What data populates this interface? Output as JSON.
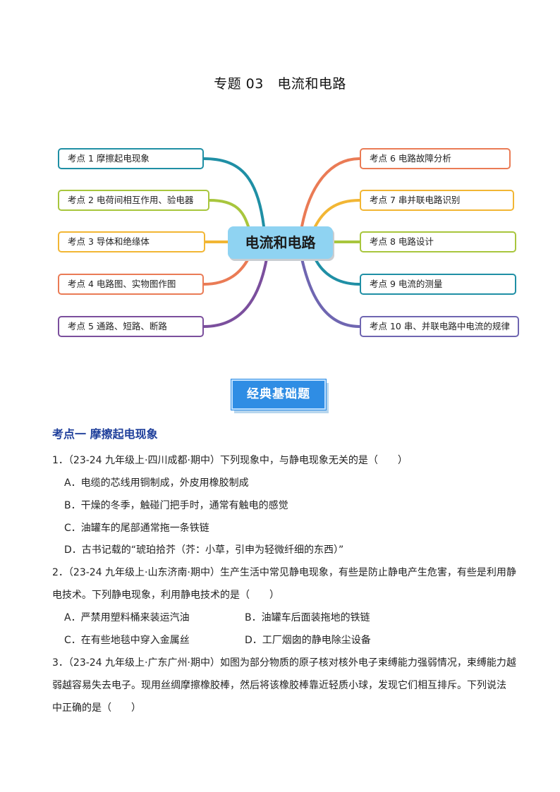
{
  "title": "专题 03　电流和电路",
  "mindmap": {
    "center": "电流和电路",
    "left": [
      {
        "label": "考点 1  摩擦起电现象",
        "color": "#1f8fa5"
      },
      {
        "label": "考点 2  电荷间相互作用、验电器",
        "color": "#a8c63d"
      },
      {
        "label": "考点 3  导体和绝缘体",
        "color": "#f2b634"
      },
      {
        "label": "考点 4  电路图、实物图作图",
        "color": "#ea7b55"
      },
      {
        "label": "考点 5  通路、短路、断路",
        "color": "#7b4f9d"
      }
    ],
    "right": [
      {
        "label": "考点 6  电路故障分析",
        "color": "#ea7b55"
      },
      {
        "label": "考点 7  串并联电路识别",
        "color": "#f2b634"
      },
      {
        "label": "考点 8  电路设计",
        "color": "#a8c63d"
      },
      {
        "label": "考点 9  电流的测量",
        "color": "#1f8fa5"
      },
      {
        "label": "考点 10  串、并联电路中电流的规律",
        "color": "#6f66b1"
      }
    ]
  },
  "badge": "经典基础题",
  "section_title": "考点一  摩擦起电现象",
  "questions": {
    "q1": {
      "stem": "1．（23-24 九年级上·四川成都·期中）下列现象中，与静电现象无关的是（　　）",
      "a": "A．电缆的芯线用铜制成，外皮用橡胶制成",
      "b": "B．干燥的冬季，触碰门把手时，通常有触电的感觉",
      "c": "C．油罐车的尾部通常拖一条铁链",
      "d": "D．古书记载的“琥珀拾芥（芥：小草，引申为轻微纤细的东西）”"
    },
    "q2": {
      "stem1": "2．（23-24 九年级上·山东济南·期中）生产生活中常见静电现象，有些是防止静电产生危害，有些是利用静",
      "stem2": "电技术。下列静电现象，利用静电技术的是（　　）",
      "a": "A．严禁用塑料桶来装运汽油",
      "b": "B．油罐车后面装拖地的铁链",
      "c": "C．在有些地毯中穿入金属丝",
      "d": "D．工厂烟囱的静电除尘设备"
    },
    "q3": {
      "stem1": "3．（23-24 九年级上·广东广州·期中）如图为部分物质的原子核对核外电子束缚能力强弱情况，束缚能力越",
      "stem2": "弱越容易失去电子。现用丝绸摩擦橡胶棒，然后将该橡胶棒靠近轻质小球，发现它们相互排斥。下列说法",
      "stem3": "中正确的是（　　）"
    }
  }
}
